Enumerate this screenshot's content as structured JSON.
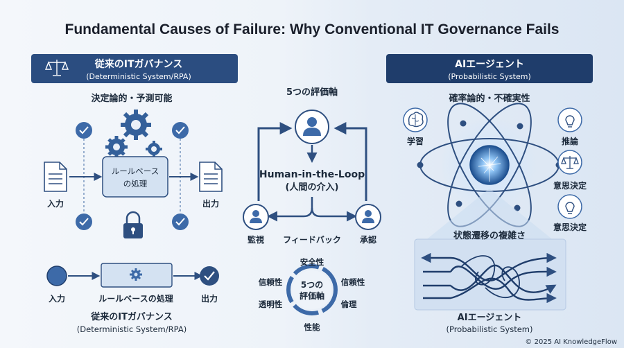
{
  "title": "Fundamental Causes of Failure: Why Conventional IT Governance Fails",
  "left": {
    "header_title": "従来のITガバナンス",
    "header_sub": "(Deterministic System/RPA)",
    "subtitle": "決定論的・予測可能",
    "input_label": "入力",
    "process_label_line1": "ルールベース",
    "process_label_line2": "の処理",
    "output_label": "出力",
    "bottom_input": "入力",
    "bottom_process": "ルールベースの処理",
    "bottom_output": "出力",
    "footer_title": "従来のITガバナンス",
    "footer_sub": "(Deterministic System/RPA)"
  },
  "middle": {
    "top_label": "5つの評価軸",
    "hitl_title": "Human-in-the-Loop",
    "hitl_sub": "(人間の介入)",
    "monitor_label": "監視",
    "feedback_label": "フィードバック",
    "approve_label": "承認",
    "wheel_center_line1": "5つの",
    "wheel_center_line2": "評価軸",
    "axes": {
      "safety": "安全性",
      "reliability_left": "信頼性",
      "reliability_right": "信頼性",
      "transparency": "透明性",
      "ethics": "倫理",
      "performance": "性能"
    }
  },
  "right": {
    "header_title": "AIエージェント",
    "header_sub": "(Probabilistic System)",
    "subtitle": "確率論的・不確実性",
    "learning_label": "学習",
    "inference_label": "推論",
    "decision_label_1": "意思決定",
    "decision_label_2": "意思決定",
    "complexity_label": "状態遷移の複雑さ",
    "footer_title": "AIエージェント",
    "footer_sub": "(Probabilistic System)"
  },
  "copyright": "© 2025 AI KnowledgeFlow",
  "colors": {
    "navy": "#1f3d6b",
    "blue": "#3d6aa8",
    "light_panel": "#dde8f5",
    "dark_text": "#1c2a3b"
  },
  "icons": [
    "scales-icon",
    "gear-icon",
    "check-icon",
    "document-icon",
    "lock-icon",
    "person-icon",
    "brain-icon",
    "lightbulb-icon",
    "atom-icon"
  ]
}
